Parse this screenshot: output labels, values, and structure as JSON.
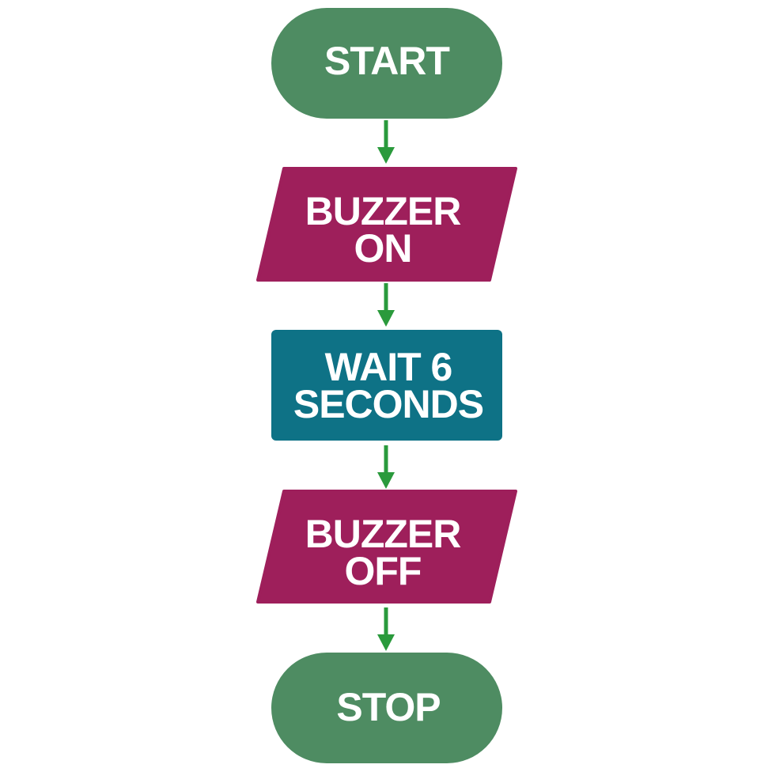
{
  "flowchart": {
    "nodes": [
      {
        "id": "start",
        "shape": "terminal",
        "lines": [
          "START"
        ],
        "color": "#4e8c62"
      },
      {
        "id": "buzzer-on",
        "shape": "input-output",
        "lines": [
          "BUZZER",
          "ON"
        ],
        "color": "#9e1f5b"
      },
      {
        "id": "wait",
        "shape": "process",
        "lines": [
          "WAIT 6",
          "SECONDS"
        ],
        "color": "#0e7286"
      },
      {
        "id": "buzzer-off",
        "shape": "input-output",
        "lines": [
          "BUZZER",
          "OFF"
        ],
        "color": "#9e1f5b"
      },
      {
        "id": "stop",
        "shape": "terminal",
        "lines": [
          "STOP"
        ],
        "color": "#4e8c62"
      }
    ],
    "edges": [
      {
        "from": "start",
        "to": "buzzer-on"
      },
      {
        "from": "buzzer-on",
        "to": "wait"
      },
      {
        "from": "wait",
        "to": "buzzer-off"
      },
      {
        "from": "buzzer-off",
        "to": "stop"
      }
    ],
    "arrow_color": "#2a9a3c"
  }
}
